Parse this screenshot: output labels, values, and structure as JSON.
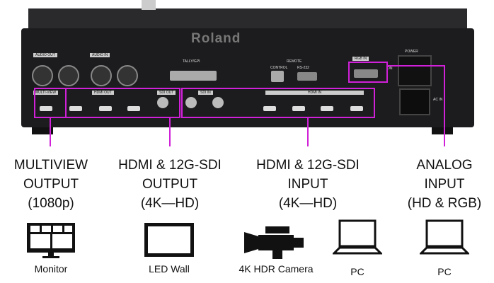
{
  "device": {
    "brand": "Roland",
    "panel_labels": {
      "audio_out": "AUDIO OUT",
      "audio_in": "AUDIO IN",
      "tally": "TALLY/GPI",
      "remote": "REMOTE",
      "control": "CONTROL",
      "rs232": "RS-232",
      "rgb_in": "RGB IN",
      "on": "ON",
      "power": "POWER",
      "multi_view": "MULTI-VIEW",
      "hdmi_out": "HDMI OUT",
      "sdi_out": "SDI OUT",
      "sdi_in": "SDI IN",
      "hdmi_in": "HDMI IN",
      "ac_in": "AC IN"
    }
  },
  "callouts": [
    {
      "lines": [
        "MULTIVIEW",
        "OUTPUT",
        "(1080p)"
      ]
    },
    {
      "lines": [
        "HDMI & 12G-SDI",
        "OUTPUT",
        "(4K—HD)"
      ]
    },
    {
      "lines": [
        "HDMI & 12G-SDI",
        "INPUT",
        "(4K—HD)"
      ]
    },
    {
      "lines": [
        "ANALOG",
        "INPUT",
        "(HD & RGB)"
      ]
    }
  ],
  "devices": [
    {
      "label": "Monitor",
      "icon": "multiview-monitor-icon"
    },
    {
      "label": "LED Wall",
      "icon": "led-wall-icon"
    },
    {
      "label": "4K HDR Camera",
      "icon": "camera-icon"
    },
    {
      "label": "PC",
      "icon": "laptop-icon"
    },
    {
      "label": "PC",
      "icon": "laptop-icon"
    }
  ],
  "colors": {
    "accent": "#d020d8"
  }
}
